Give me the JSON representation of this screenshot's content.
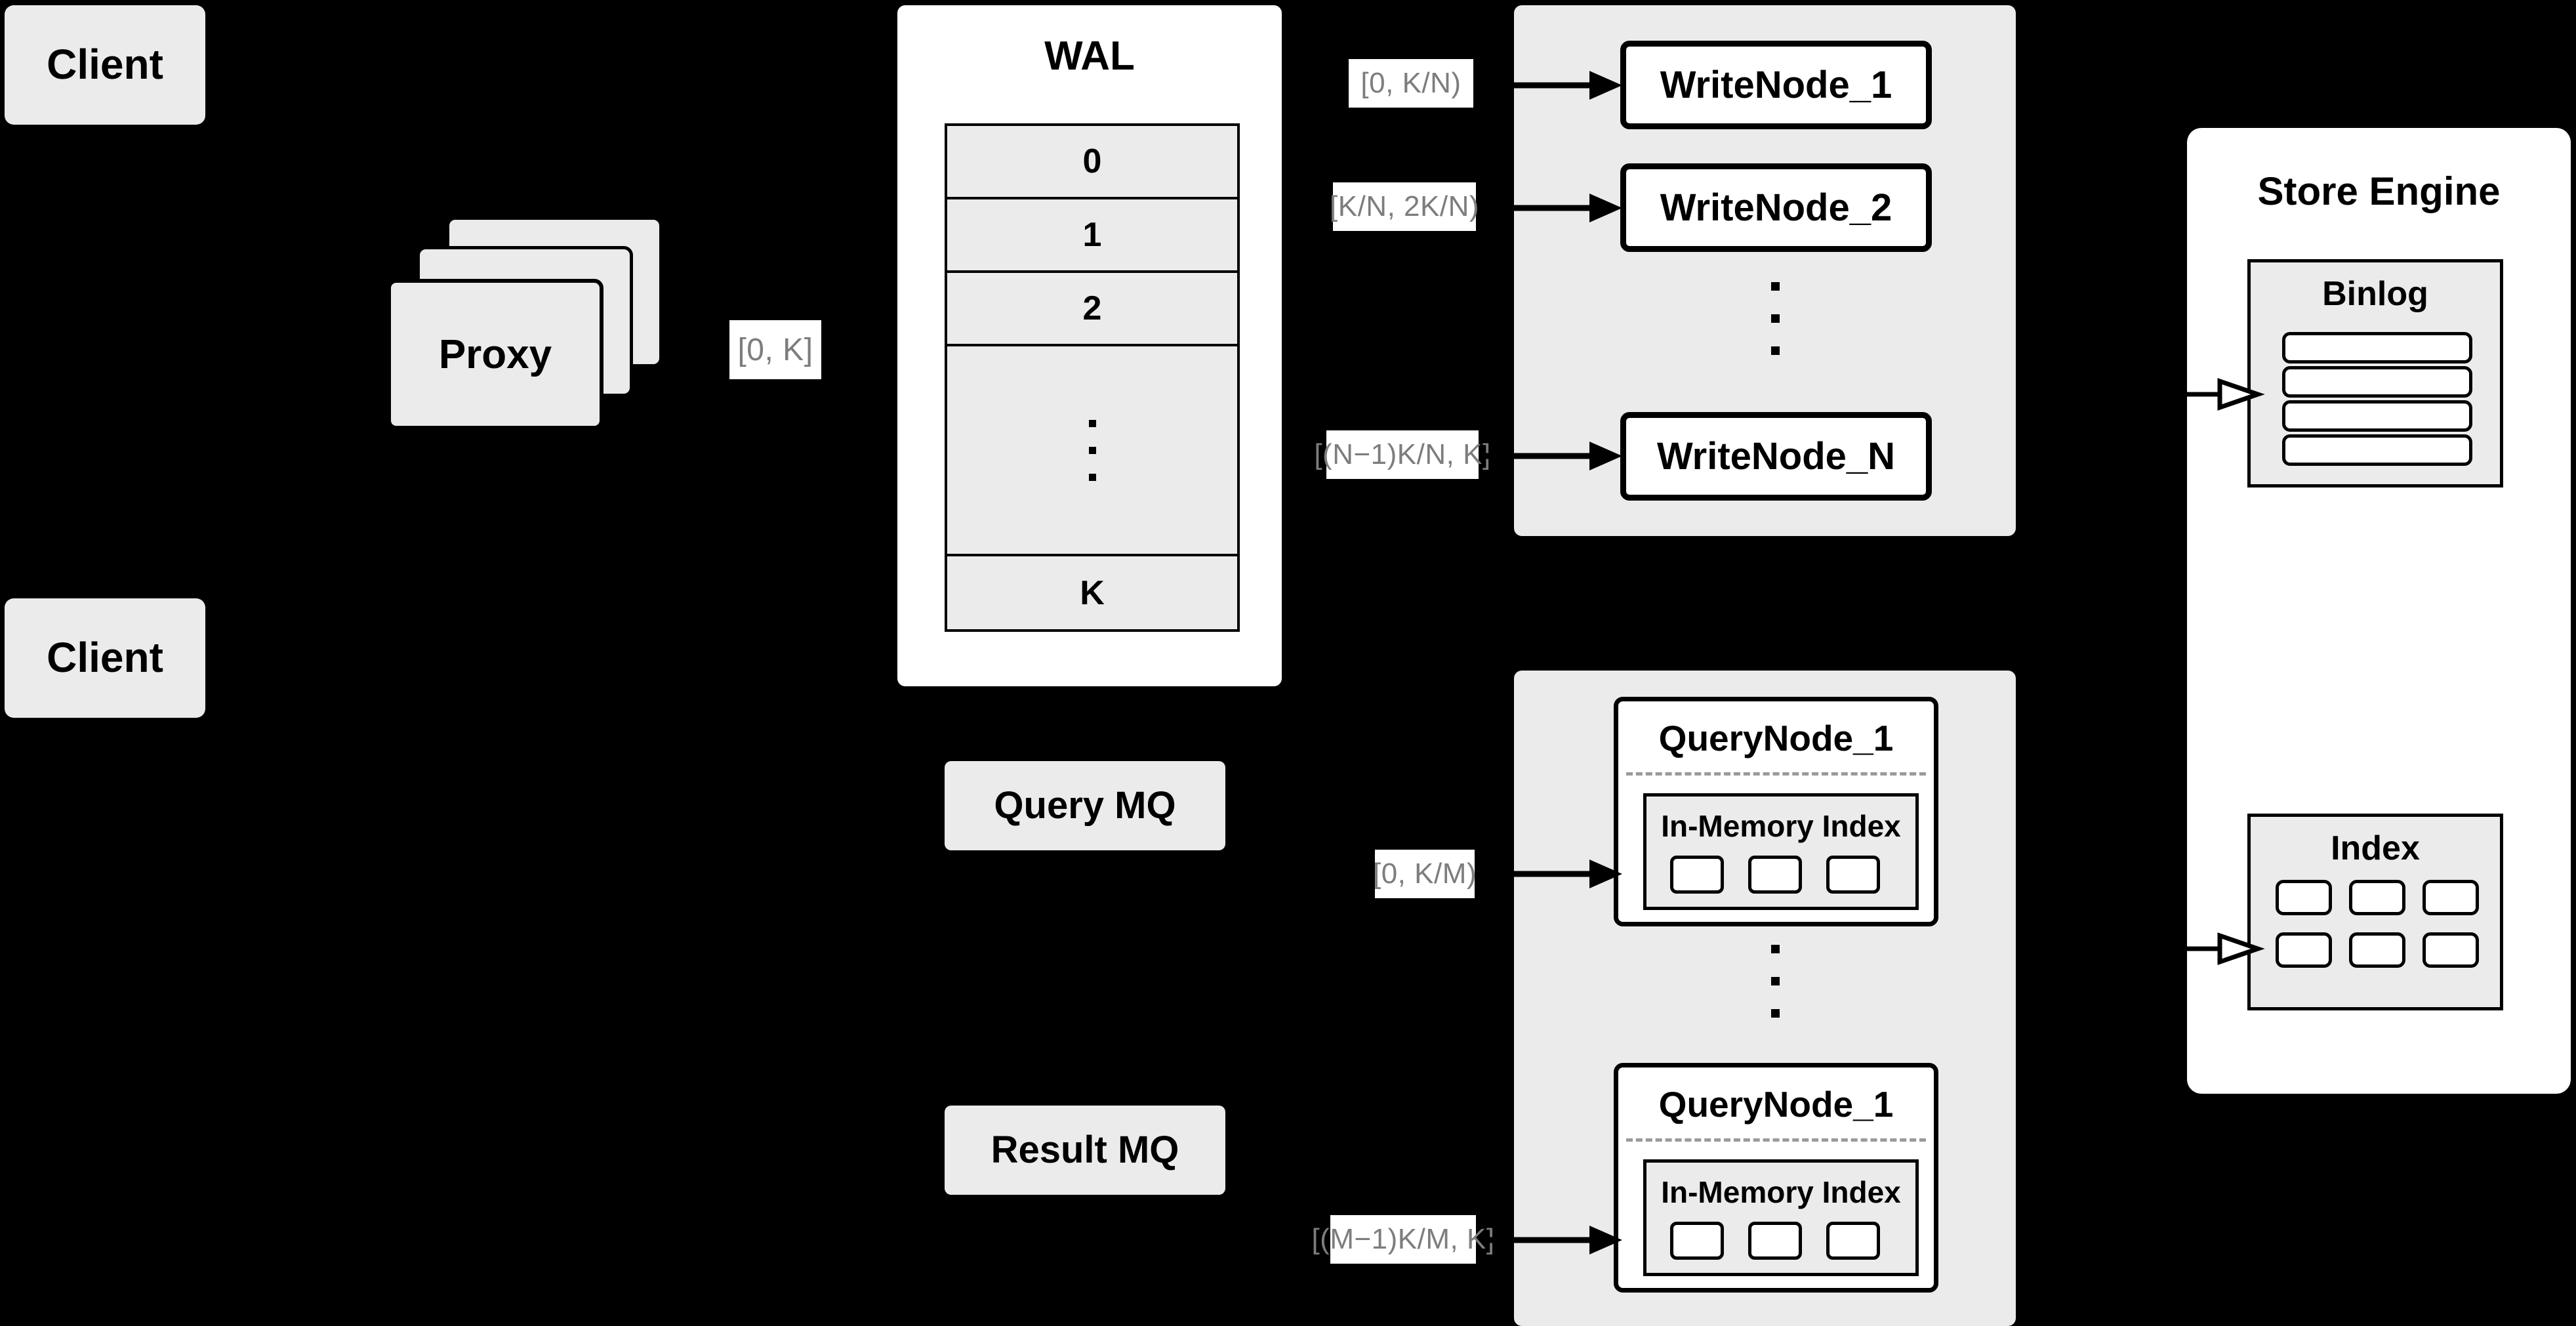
{
  "diagram": {
    "title": "Distributed vector database write/query architecture",
    "colors": {
      "background": "#000000",
      "panel_gray": "#ebebeb",
      "node_white": "#ffffff",
      "stroke": "#000000",
      "annotation_text": "#7d7d7d"
    }
  },
  "clients": [
    {
      "label": "Client"
    },
    {
      "label": "Client"
    }
  ],
  "proxy": {
    "label": "Proxy",
    "stack_count": 3
  },
  "wal": {
    "title": "WAL",
    "rows": [
      "0",
      "1",
      "2",
      "⋮",
      "K"
    ],
    "dots_row_index": 3
  },
  "annotations": {
    "proxy_to_wal": "[0, K]",
    "write_ranges": [
      "[0,  K/N)",
      "[K/N, 2K/N)",
      "[(N−1)K/N,  K]"
    ],
    "query_ranges": [
      "[0, K/M)",
      "[(M−1)K/M, K]"
    ]
  },
  "write_cluster": {
    "nodes": [
      {
        "label": "WriteNode_1"
      },
      {
        "label": "WriteNode_2"
      },
      {
        "label": "WriteNode_N"
      }
    ],
    "ellipsis_dots": 3
  },
  "message_queues": [
    {
      "label": "Query MQ"
    },
    {
      "label": "Result MQ"
    }
  ],
  "query_cluster": {
    "nodes": [
      {
        "label": "QueryNode_1",
        "in_memory_index": {
          "title": "In-Memory Index",
          "cells": 3
        }
      },
      {
        "label": "QueryNode_1",
        "in_memory_index": {
          "title": "In-Memory Index",
          "cells": 3
        }
      }
    ],
    "ellipsis_dots": 3
  },
  "store_engine": {
    "title": "Store Engine",
    "sections": [
      {
        "title": "Binlog",
        "bars": 4
      },
      {
        "title": "Index",
        "cells": 6,
        "rows": 2,
        "cols": 3
      }
    ]
  }
}
